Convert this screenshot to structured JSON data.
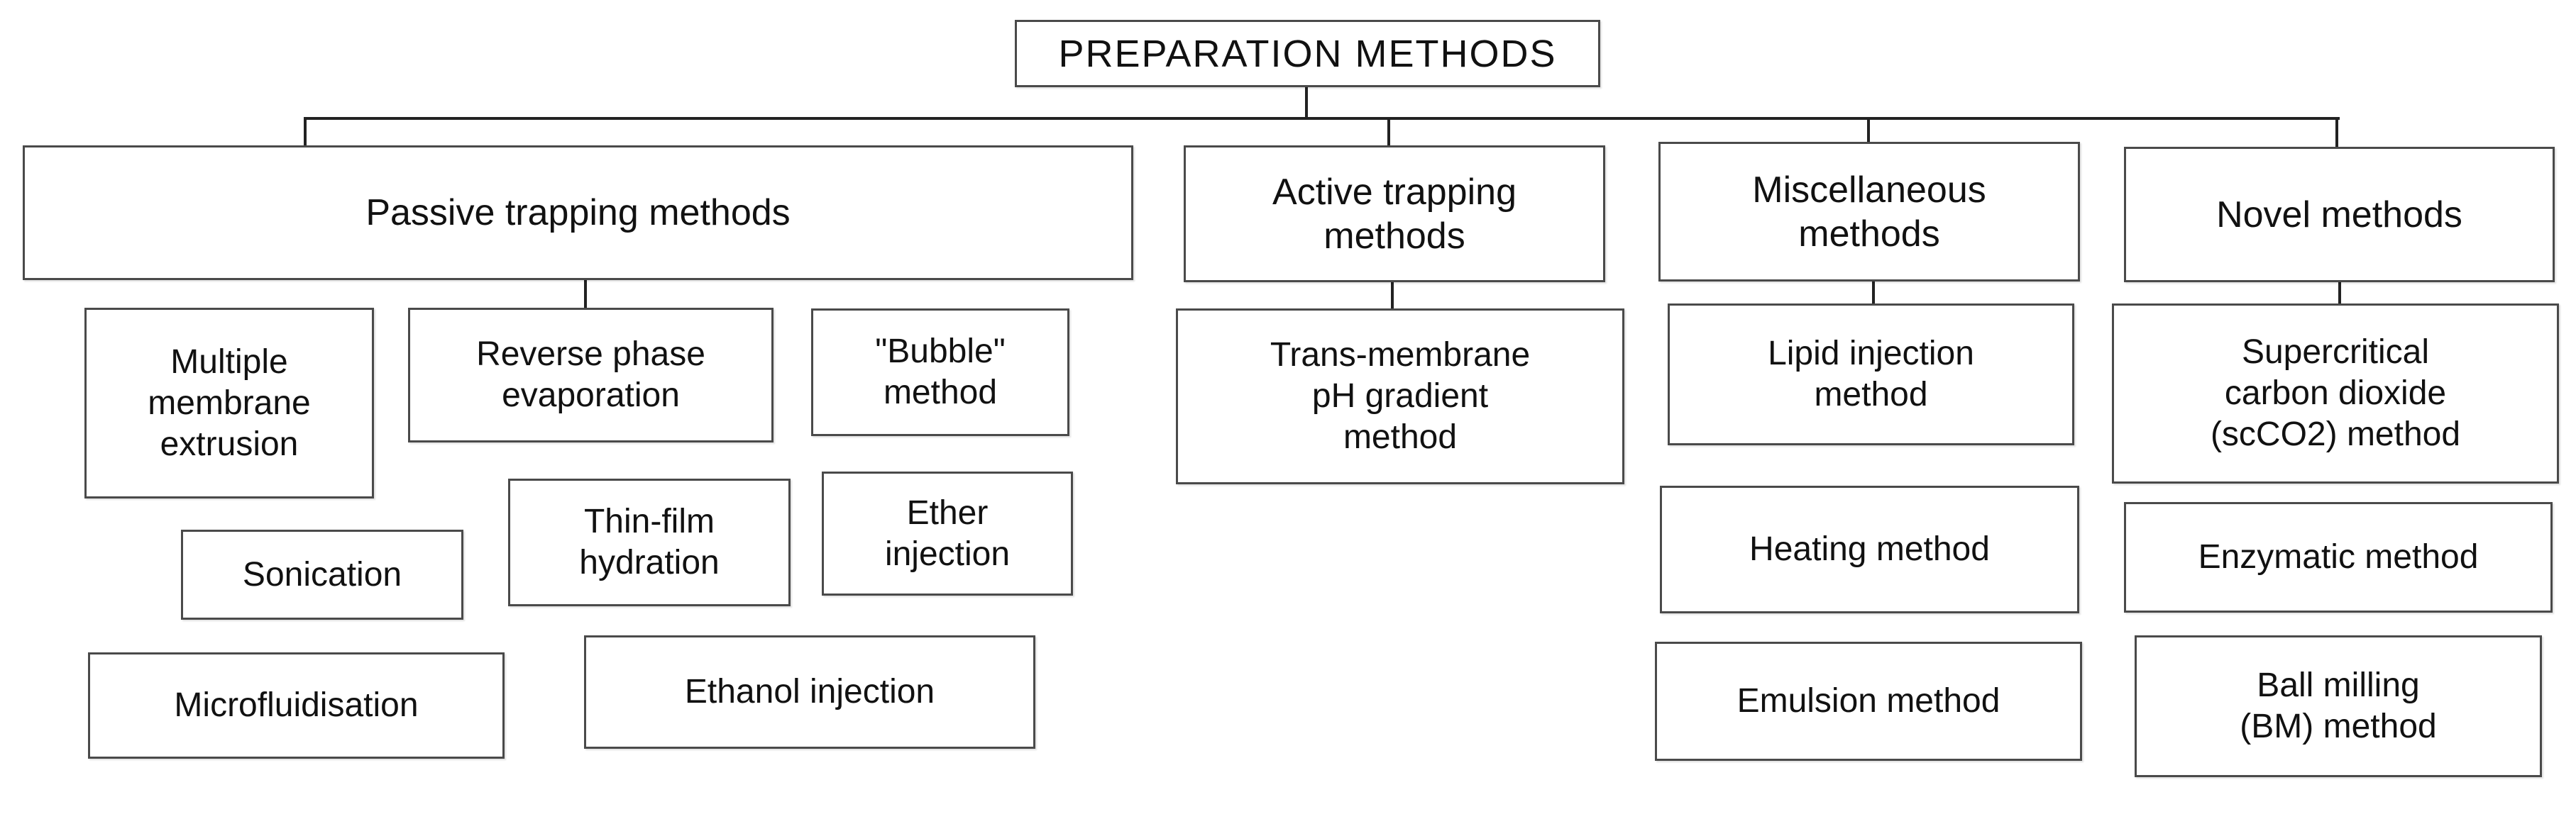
{
  "colors": {
    "background": "#ffffff",
    "box_border": "#4a4a4a",
    "connector": "#222222",
    "text": "#111111"
  },
  "tree": {
    "root": "PREPARATION METHODS",
    "branches": [
      {
        "label": "Passive trapping methods",
        "children": [
          "Multiple\nmembrane\nextrusion",
          "Reverse phase\nevaporation",
          "\"Bubble\"\nmethod",
          "Sonication",
          "Thin-film\nhydration",
          "Ether\ninjection",
          "Microfluidisation",
          "Ethanol injection"
        ]
      },
      {
        "label": "Active trapping\nmethods",
        "children": [
          "Trans-membrane\npH gradient\nmethod"
        ]
      },
      {
        "label": "Miscellaneous\nmethods",
        "children": [
          "Lipid injection\nmethod",
          "Heating method",
          "Emulsion method"
        ]
      },
      {
        "label": "Novel methods",
        "children": [
          "Supercritical\ncarbon dioxide\n(scCO2) method",
          "Enzymatic method",
          "Ball milling\n(BM) method"
        ]
      }
    ]
  }
}
